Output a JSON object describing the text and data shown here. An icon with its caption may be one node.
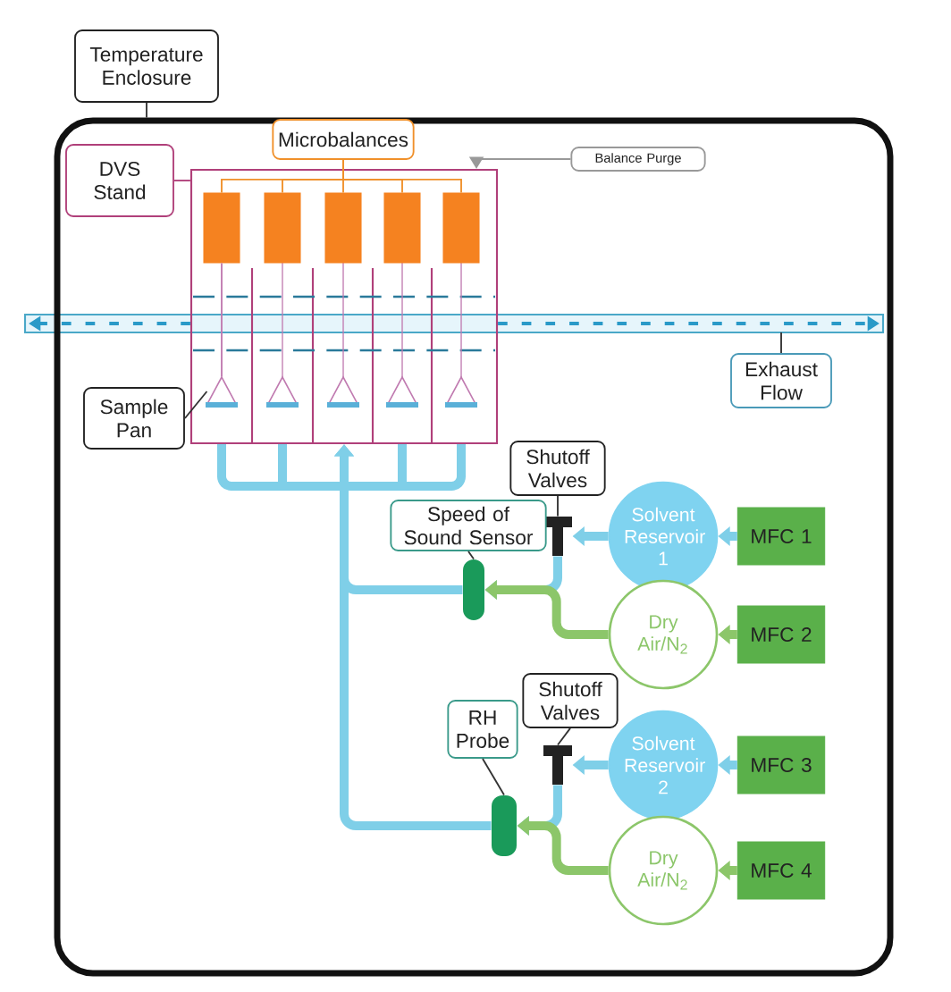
{
  "diagram": {
    "nodes": [
      {
        "text": [
          "Temperature Enclosure"
        ]
      },
      {
        "text": [],
        "shape": "box"
      },
      {
        "text": [
          "DVS Stand"
        ],
        "in": 1
      },
      {
        "text": [],
        "shape": "box",
        "in": 1
      },
      {
        "text": [
          "Microbalances"
        ],
        "in": 1
      },
      {
        "text": [],
        "shape": "box",
        "in": 3
      },
      {
        "text": [],
        "shape": "box",
        "in": 3
      },
      {
        "text": [],
        "shape": "box",
        "in": 3
      },
      {
        "text": [],
        "shape": "box",
        "in": 3
      },
      {
        "text": [],
        "shape": "box",
        "in": 3
      },
      {
        "text": [
          "Balance Purge"
        ],
        "in": 1
      },
      {
        "text": [
          "Sample Pan"
        ],
        "in": 1
      },
      {
        "text": [],
        "shape": "triangle",
        "in": 3
      },
      {
        "text": [
          "Exhaust Flow"
        ],
        "in": 1
      },
      {
        "text": [
          "Shutoff Valves"
        ],
        "in": 1
      },
      {
        "text": [],
        "shape": "valve",
        "in": 1
      },
      {
        "text": [
          "Solvent Reservoir 1"
        ],
        "in": 1
      },
      {
        "text": [
          "MFC 1"
        ],
        "in": 1
      },
      {
        "text": [
          "Dry Air/N$_{2}$"
        ],
        "in": 1
      },
      {
        "text": [
          "MFC 2"
        ],
        "in": 1
      },
      {
        "text": [
          "Speed of Sound Sensor"
        ],
        "in": 1
      },
      {
        "text": [],
        "shape": "capsule",
        "in": 1
      },
      {
        "text": [
          "Shutoff Valves"
        ],
        "in": 1
      },
      {
        "text": [],
        "shape": "valve",
        "in": 1
      },
      {
        "text": [
          "Solvent Reservoir 2"
        ],
        "in": 1
      },
      {
        "text": [
          "MFC 3"
        ],
        "in": 1
      },
      {
        "text": [
          "Dry Air/N$_{2}$"
        ],
        "in": 1
      },
      {
        "text": [
          "MFC 4"
        ],
        "in": 1
      },
      {
        "text": [
          "RH Probe"
        ],
        "in": 1
      },
      {
        "text": [],
        "shape": "capsule",
        "in": 1
      }
    ],
    "edges": [
      {
        "from": 0,
        "to": 1,
        "arrow": "none",
        "color": "#333333"
      },
      {
        "from": 2,
        "to": 3,
        "arrow": "none",
        "color": "#b0407a"
      },
      {
        "from": 4,
        "to": 5,
        "arrow": "none",
        "color": "#f0902a"
      },
      {
        "from": 4,
        "to": 6,
        "arrow": "none",
        "color": "#f0902a"
      },
      {
        "from": 4,
        "to": 7,
        "arrow": "none",
        "color": "#f0902a"
      },
      {
        "from": 4,
        "to": 8,
        "arrow": "none",
        "color": "#f0902a"
      },
      {
        "from": 4,
        "to": 9,
        "arrow": "none",
        "color": "#f0902a"
      },
      {
        "from": 10,
        "to": 3,
        "arrow": "to",
        "color": "#999999"
      },
      {
        "from": 11,
        "to": 12,
        "arrow": "none",
        "color": "#333333"
      },
      {
        "from": 5,
        "to": 12,
        "arrow": "none",
        "color": "#c07ab0"
      },
      {
        "from": 3,
        "to": null,
        "arrow": "to",
        "style": "dashed",
        "color": "#2a9ac8"
      },
      {
        "from": 3,
        "to": null,
        "arrow": "to",
        "style": "dashed",
        "color": "#2a9ac8"
      },
      {
        "from": 13,
        "to": null,
        "arrow": "none",
        "color": "#333333"
      },
      {
        "from": 14,
        "to": 15,
        "arrow": "none",
        "color": "#333333"
      },
      {
        "from": 17,
        "to": 16,
        "arrow": "to",
        "style": "thick",
        "color": "#7fcfe8"
      },
      {
        "from": 16,
        "to": 15,
        "arrow": "to",
        "style": "thick",
        "color": "#7fcfe8"
      },
      {
        "from": 15,
        "to": 21,
        "arrow": "to",
        "style": "thick",
        "color": "#7fcfe8"
      },
      {
        "from": 19,
        "to": 18,
        "arrow": "to",
        "style": "thick",
        "color": "#8cc66a"
      },
      {
        "from": 18,
        "to": 21,
        "arrow": "to",
        "style": "thick",
        "color": "#8cc66a"
      },
      {
        "from": 20,
        "to": 21,
        "arrow": "none",
        "color": "#333333"
      },
      {
        "from": 21,
        "to": 3,
        "arrow": "to",
        "style": "thick",
        "color": "#7fcfe8"
      },
      {
        "from": 22,
        "to": 23,
        "arrow": "none",
        "color": "#333333"
      },
      {
        "from": 25,
        "to": 24,
        "arrow": "to",
        "style": "thick",
        "color": "#7fcfe8"
      },
      {
        "from": 24,
        "to": 23,
        "arrow": "to",
        "style": "thick",
        "color": "#7fcfe8"
      },
      {
        "from": 23,
        "to": 29,
        "arrow": "to",
        "style": "thick",
        "color": "#7fcfe8"
      },
      {
        "from": 27,
        "to": 26,
        "arrow": "to",
        "style": "thick",
        "color": "#8cc66a"
      },
      {
        "from": 26,
        "to": 29,
        "arrow": "to",
        "style": "thick",
        "color": "#8cc66a"
      },
      {
        "from": 28,
        "to": 29,
        "arrow": "none",
        "color": "#333333"
      },
      {
        "from": 29,
        "to": 3,
        "arrow": "to",
        "style": "thick",
        "color": "#7fcfe8"
      }
    ]
  }
}
